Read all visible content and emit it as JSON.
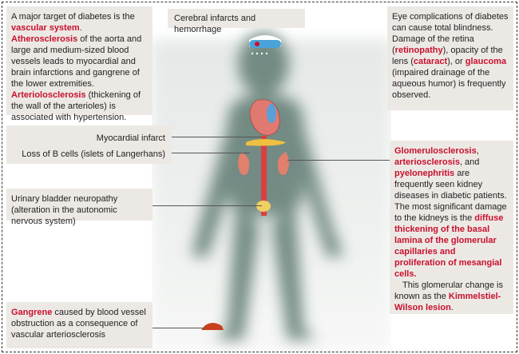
{
  "vascular_box": {
    "s1": "A major target of diabetes is the ",
    "s2": "vascular system",
    "s3": ". ",
    "s4": "Atherosclerosis",
    "s5": " of the aorta and large and medium-sized blood vessels leads to myocardial and brain infarctions and gangrene of the lower extremities. ",
    "s6": "Arteriolosclerosis",
    "s7": " (thickening of the wall of the arterioles) is associated with hypertension."
  },
  "cerebral_label": "Cerebral infarcts and hemorrhage",
  "eye_box": {
    "s1": "Eye complications of diabetes can cause total blindness. Damage of the retina (",
    "s2": "retinopathy",
    "s3": "), opacity of the lens (",
    "s4": "cataract",
    "s5": "), or ",
    "s6": "glaucoma",
    "s7": " (impaired drainage of the aqueous humor) is frequently observed."
  },
  "myocardial_label": "Myocardial infarct",
  "bcells_label": "Loss of B cells (islets of Langerhans)",
  "bladder_label": "Urinary bladder neuropathy (alteration in the autonomic nervous system)",
  "kidney_box": {
    "s1": "Glomerulosclerosis",
    "s2": ", ",
    "s3": "arteriosclerosis",
    "s4": ", and ",
    "s5": "pyelonephritis",
    "s6": " are frequently seen kidney diseases in diabetic patients.  The most significant damage to the kidneys is the ",
    "s7": "diffuse thickening of the basal lamina of the glomerular capillaries and proliferation of mesangial cells.",
    "s8": "This glomerular change is known as the ",
    "s9": "Kimmelstiel-Wilson lesion",
    "s10": "."
  },
  "gangrene_box": {
    "s1": "Gangrene",
    "s2": " caused by blood vessel obstruction as a consequence of vascular arteriosclerosis"
  },
  "colors": {
    "accent": "#c8102e",
    "box": "#ece9e5"
  }
}
